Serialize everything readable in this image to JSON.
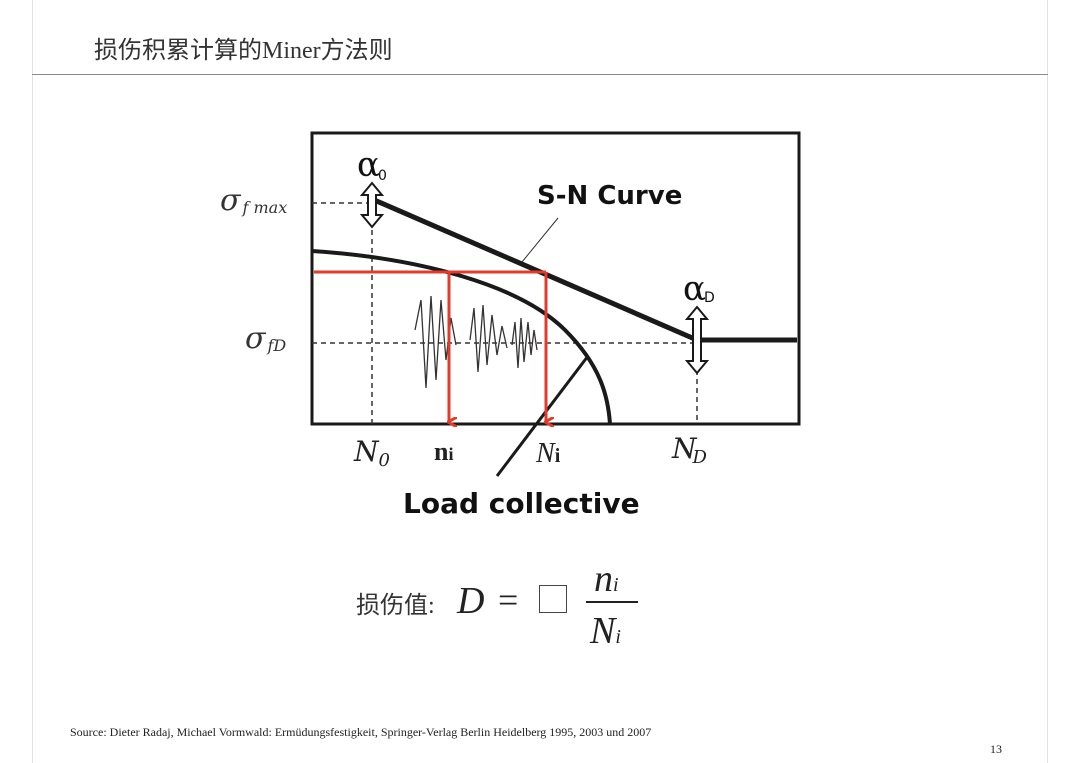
{
  "slide": {
    "title": "损伤积累计算的Miner方法则",
    "source": "Source: Dieter Radaj, Michael Vormwald: Ermüdungsfestigkeit, Springer-Verlag Berlin Heidelberg 1995, 2003 und 2007",
    "page_number": "13"
  },
  "diagram": {
    "curve_label": "S-N Curve",
    "load_label": "Load collective",
    "alpha0": "α",
    "alpha0_sub": "0",
    "alphaD": "α",
    "alphaD_sub": "D",
    "sigma_fmax": "σ",
    "sigma_fmax_sub": "f max",
    "sigma_fD": "σ",
    "sigma_fD_sub": "fD",
    "N0": "N",
    "N0_sub": "0",
    "ni": "n",
    "ni_sub": "i",
    "Ni": "N",
    "Ni_sub": "i",
    "ND": "N",
    "ND_sub": "D",
    "colors": {
      "frame": "#1a1a1a",
      "highlight": "#e23b2a",
      "dashed": "#333333"
    }
  },
  "formula": {
    "label": "损伤值:",
    "lhs": "D",
    "equals": "=",
    "numerator": "n",
    "numerator_sub": "i",
    "denominator": "N",
    "denominator_sub": "i"
  }
}
